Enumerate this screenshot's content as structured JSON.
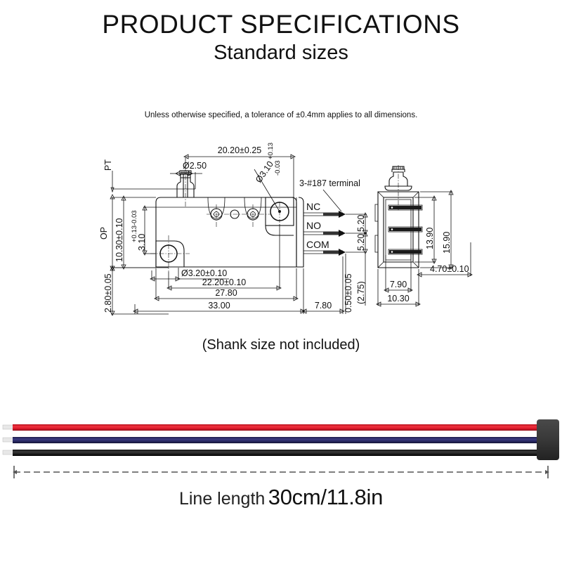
{
  "header": {
    "title": "PRODUCT SPECIFICATIONS",
    "subtitle": "Standard sizes"
  },
  "notes": {
    "tolerance": "Unless otherwise specified, a tolerance of ±0.4mm applies to all dimensions.",
    "shank": "(Shank size not included)"
  },
  "line_length": {
    "label": "Line length",
    "value": "30cm/11.8in"
  },
  "drawing": {
    "side_view": {
      "labels": {
        "pt": "PT",
        "op": "OP"
      },
      "dimensions": {
        "top_width": "20.20±0.25",
        "plunger_dia": "Ø2.50",
        "hole_dia_top_main": "Ø3.10",
        "hole_dia_top_plus": "+0.13",
        "hole_dia_top_minus": "-0.03",
        "height_op": "10.30±0.10",
        "hole_height_main": "3.10",
        "hole_height_plus": "+0.13",
        "hole_height_minus": "-0.03",
        "bottom_offset": "2.80±0.05",
        "mount_hole_dia": "Ø3.20±0.10",
        "hole_spacing": "22.20±0.10",
        "body_length": "27.80",
        "overall_length": "33.00",
        "terminal_length": "7.80",
        "terminal_thickness": "0.50±0.05",
        "terminal_ref": "(2.75)",
        "terminal_pitch_1": "5.20",
        "terminal_pitch_2": "5.20"
      },
      "terminal_callout": "3-#187 terminal",
      "terminals": [
        {
          "name": "NC"
        },
        {
          "name": "NO"
        },
        {
          "name": "COM"
        }
      ]
    },
    "front_view": {
      "dimensions": {
        "inner_height": "13.90",
        "outer_height": "15.90",
        "inner_width": "7.90",
        "outer_width": "10.30",
        "depth": "4.70±0.10"
      }
    }
  },
  "wires": [
    {
      "name": "red-wire",
      "color": "#e02030"
    },
    {
      "name": "blue-wire",
      "color": "#2a2a6e"
    },
    {
      "name": "black-wire",
      "color": "#111111"
    }
  ],
  "connector": {
    "color": "#3a3a3a"
  }
}
